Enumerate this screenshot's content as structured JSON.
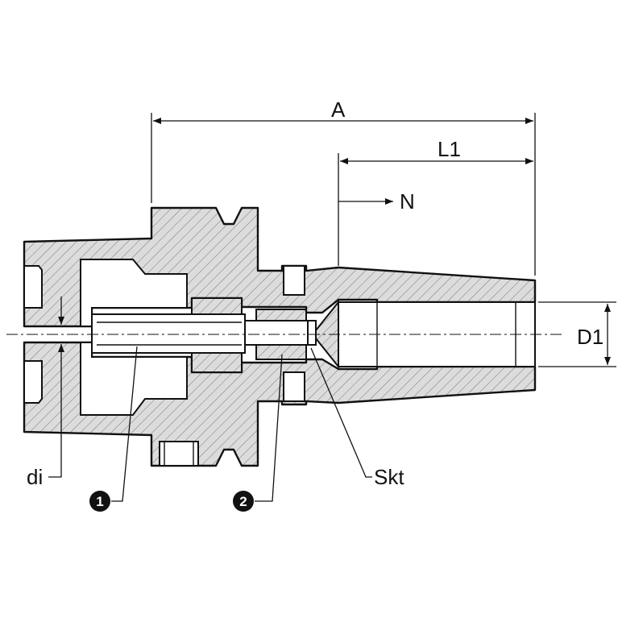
{
  "labels": {
    "dim_a": "A",
    "dim_l1": "L1",
    "dir_n": "N",
    "dim_d1": "D1",
    "dim_di": "di",
    "skt": "Skt",
    "callout_1": "1",
    "callout_2": "2"
  },
  "colors": {
    "line": "#111111",
    "background": "#ffffff"
  }
}
